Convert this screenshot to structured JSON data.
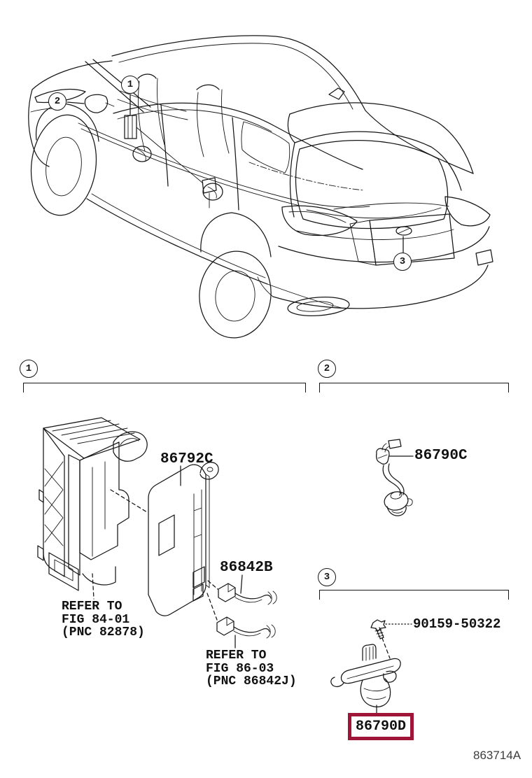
{
  "meta": {
    "footer_code": "863714A"
  },
  "colors": {
    "line": "#161616",
    "highlight": "#9e1538",
    "label": "#111111",
    "footer": "#3c3c3c"
  },
  "car_callouts": {
    "c1": "1",
    "c2": "2",
    "c3": "3"
  },
  "sections": {
    "s1": {
      "number": "1",
      "part_86792c": "86792C",
      "part_86842b": "86842B",
      "note_fig84": {
        "l1": "REFER TO",
        "l2": "FIG 84-01",
        "l3": "(PNC 82878)"
      },
      "note_fig86": {
        "l1": "REFER TO",
        "l2": "FIG 86-03",
        "l3": "(PNC 86842J)"
      }
    },
    "s2": {
      "number": "2",
      "part_86790c": "86790C"
    },
    "s3": {
      "number": "3",
      "part_90159": "90159-50322",
      "part_86790d": "86790D"
    }
  }
}
